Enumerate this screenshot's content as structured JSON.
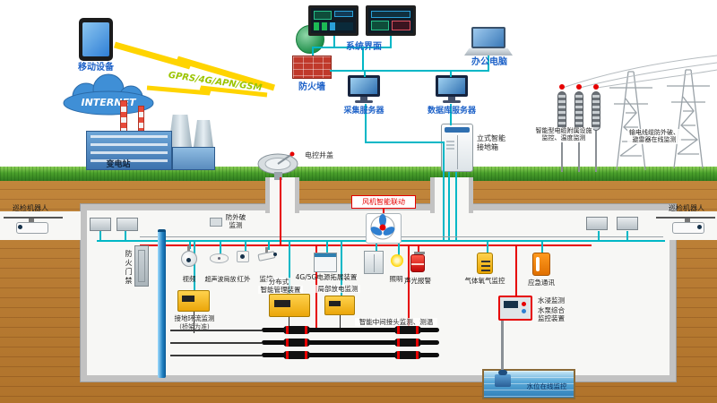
{
  "colors": {
    "teal": "#00b7c6",
    "red": "#e60000",
    "label_blue": "#1e62c8",
    "device_yellow": "#f2b705",
    "grass_green": "#4aa02c",
    "soil_tan": "#d9b273",
    "water_blue": "#56aede"
  },
  "top": {
    "mobile_label": "移动设备",
    "internet_label": "INTERNET",
    "gprs_label": "GPRS/4G/APN/GSM",
    "substation_label": "变电站",
    "system_ui_label": "系统界面",
    "firewall_label": "防火墙",
    "office_pc_label": "办公电脑",
    "collect_server_label": "采集服务器",
    "db_server_label": "数据库服务器",
    "manhole_label": "电控井盖",
    "grounding_box_label": "立式智能接地箱",
    "arrester_label": "智能型电缆附属设施监控、温度监测",
    "powerline_label": "输电线缆防外破、避雷器在线监测"
  },
  "tunnel": {
    "fan_label": "风机智能联动",
    "robot_left_label": "巡检机器人",
    "robot_right_label": "巡检机器人",
    "fire_door_label": "防火门禁",
    "video_label": "视频",
    "ultrasonic_label": "超声波局放",
    "infrared_label": "红外",
    "cctv_label": "监控",
    "anti_damage_label": "防外破监测",
    "ground_loop_label": "接地环流监测",
    "ground_loop_sub": "(桥架为准)",
    "dist_mgmt_l1": "分布式",
    "dist_mgmt_l2": "智能管理装置",
    "pd_label": "局部放电监测",
    "power_ext_label": "4G/5G电源拓展装置",
    "lighting_label": "照明",
    "alarm_label": "声光报警",
    "gas_label": "气体氧气监控",
    "emergency_label": "应急通讯",
    "water_immersion_label": "水浸监测",
    "pump_ctrl_label": "水泵综合监控装置",
    "joint_label": "智能中间接头监测、测温",
    "water_level_label": "水位在线监控"
  }
}
